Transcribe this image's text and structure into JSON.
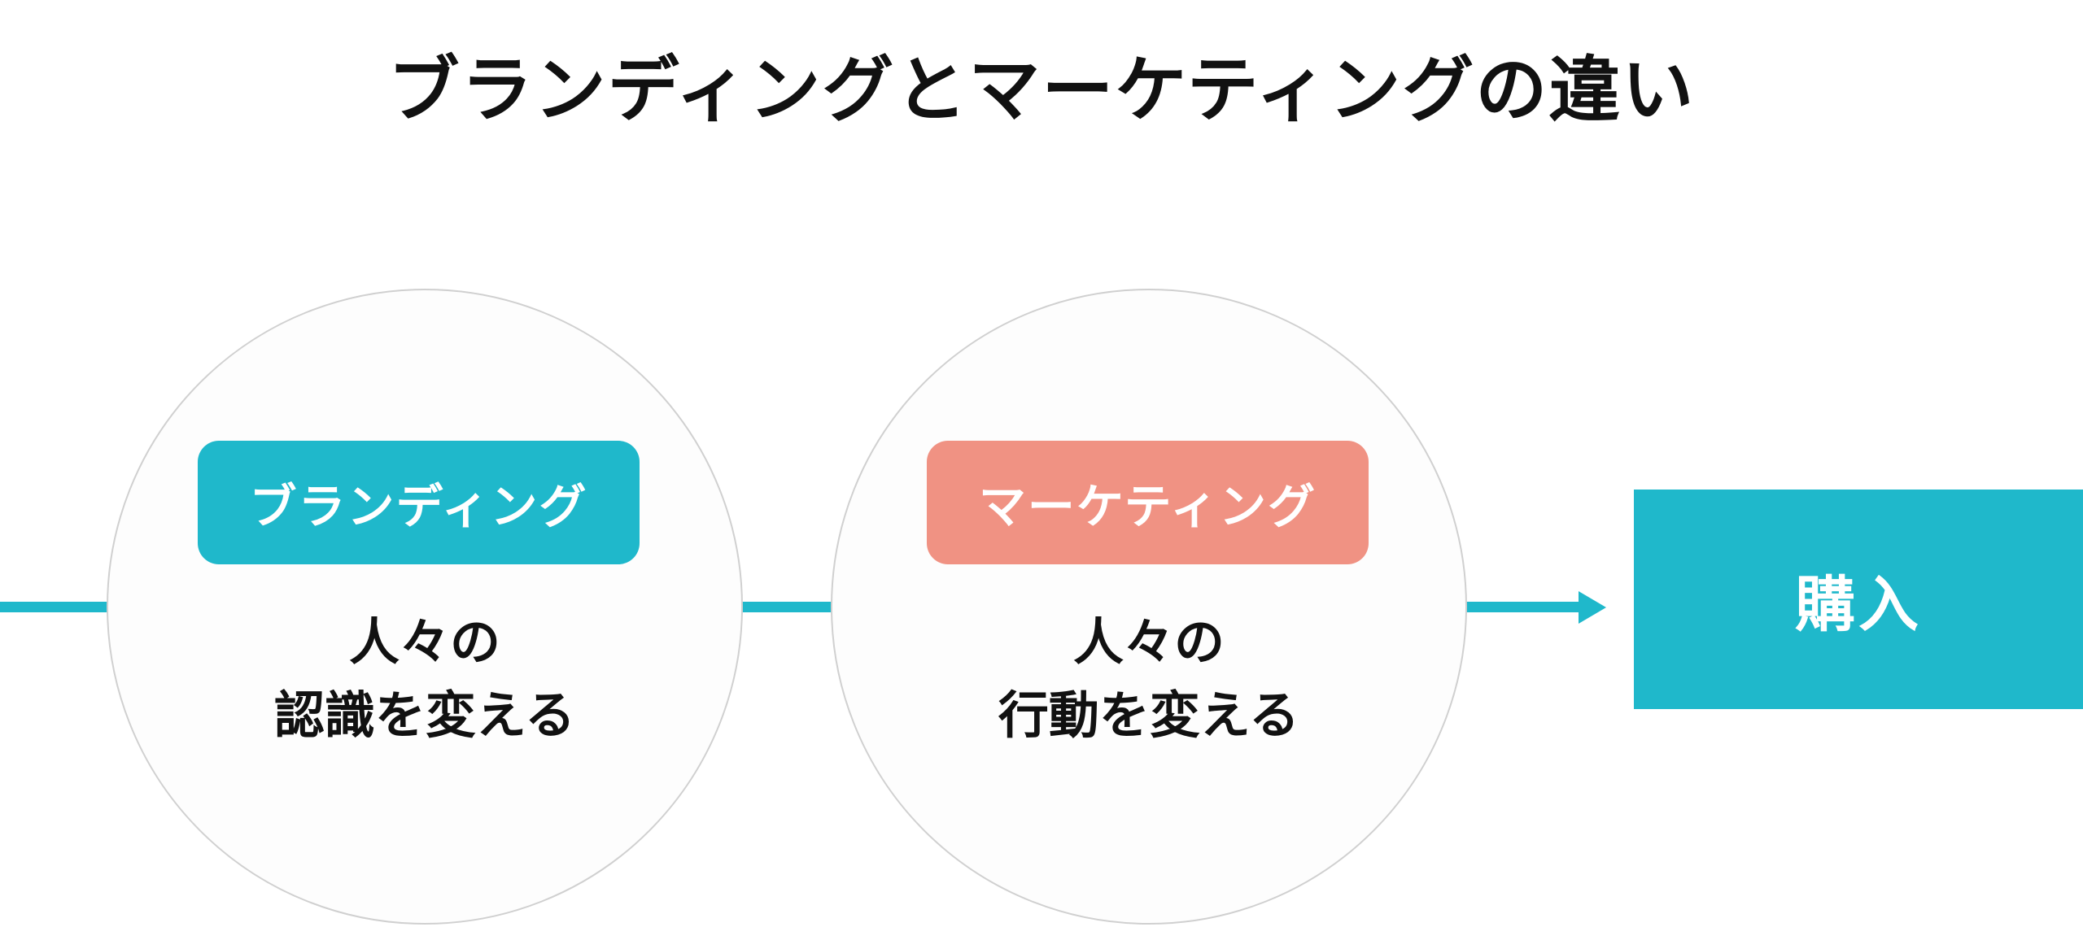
{
  "title": "ブランディングとマーケティングの違い",
  "colors": {
    "branding": "#1fb8cb",
    "marketing": "#f09283",
    "arrow": "#1fb8cb"
  },
  "steps": [
    {
      "label": "ブランディング",
      "line1": "人々の",
      "line2": "認識を変える"
    },
    {
      "label": "マーケティング",
      "line1": "人々の",
      "line2": "行動を変える"
    }
  ],
  "goal": "購入"
}
